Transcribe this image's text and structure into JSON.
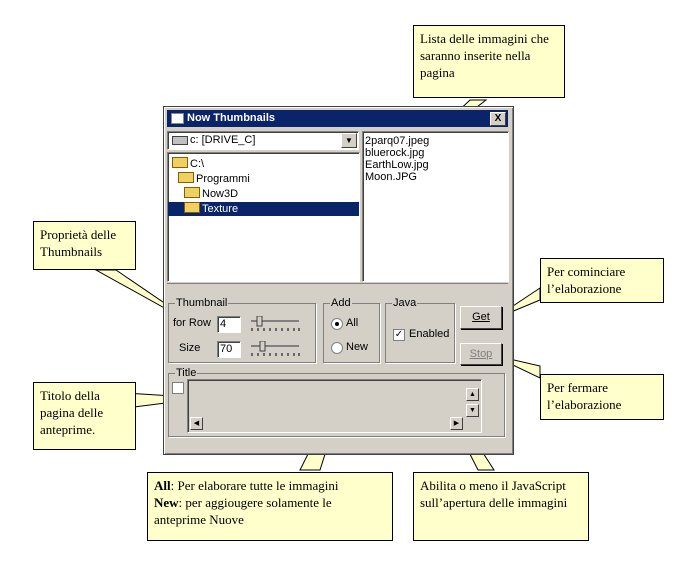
{
  "window": {
    "title": "Now Thumbnails",
    "close_label": "X",
    "drive_label": "c: [DRIVE_C]",
    "dirs": [
      "C:\\",
      "Programmi",
      "Now3D",
      "Texture"
    ],
    "files": [
      "2parq07.jpeg",
      "bluerock.jpg",
      "EarthLow.jpg",
      "Moon.JPG"
    ],
    "thumbnail": {
      "group_label": "Thumbnail",
      "for_row_label": "for Row",
      "for_row_value": "4",
      "size_label": "Size",
      "size_value": "70"
    },
    "add": {
      "group_label": "Add",
      "all_label": "All",
      "new_label": "New",
      "selected": "All"
    },
    "java": {
      "group_label": "Java",
      "enabled_label": "Enabled",
      "checked": true
    },
    "get_label": "Get",
    "stop_label": "Stop",
    "title_group_label": "Title"
  },
  "callouts": {
    "files_list": "Lista delle immagini che saranno inserite nella pagina",
    "props": "Proprietà delle Thumbnails",
    "title_desc": "Titolo della pagina delle anteprime.",
    "start": "Per cominciare l’elaborazione",
    "stop": "Per fermare l’elaborazione",
    "add_all_key": "All",
    "add_all_text": ": Per elaborare tutte le immagini",
    "add_new_key": "New",
    "add_new_text": ": per aggiougere solamente le anteprime Nuove",
    "java": "Abilita o meno il JavaScript sull’apertura delle immagini"
  }
}
